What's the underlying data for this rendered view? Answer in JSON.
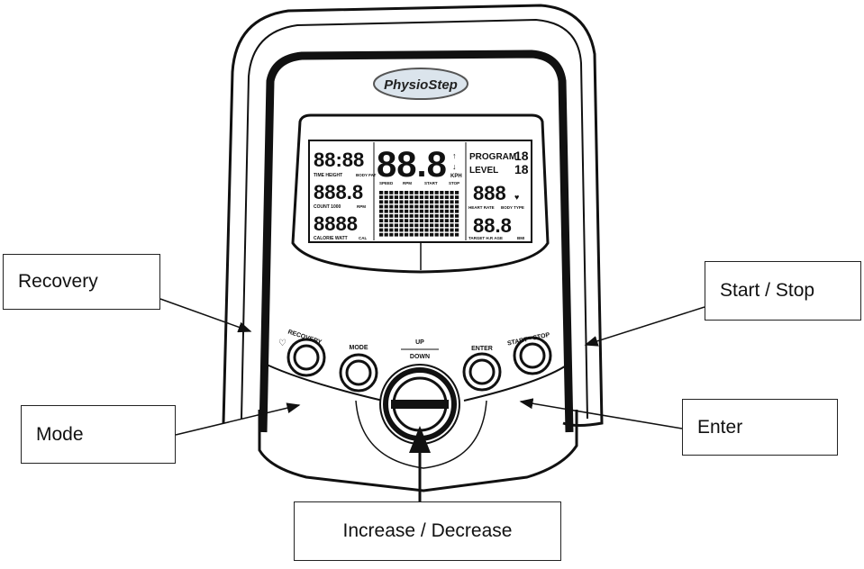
{
  "brand": {
    "logo_text": "PhysioStep"
  },
  "lcd": {
    "main_digits": "88.8",
    "main_unit": "KPH",
    "left_digits": [
      "88:88",
      "888.8",
      "8888"
    ],
    "left_labels": [
      "TIME HEIGHT",
      "COUNT 1000",
      "CALORIE WATT"
    ],
    "left_tags": [
      "BODY FAT",
      "RPM",
      "CAL"
    ],
    "center_labels": [
      "SPEED",
      "RPM",
      "START",
      "STOP"
    ],
    "program_label": "PROGRAM",
    "program_digits": "18",
    "level_label": "LEVEL",
    "level_digits": "18",
    "heart_digits": "888",
    "heart_label": "HEART RATE",
    "heart_tag": "BODY TYPE",
    "target_digits": "88.8",
    "target_label": "TARGET H.R AGE",
    "target_tag": "BMI"
  },
  "buttons": {
    "recovery": "RECOVERY",
    "mode": "MODE",
    "up": "UP",
    "down": "DOWN",
    "enter": "ENTER",
    "start_stop": "START - STOP"
  },
  "callouts": {
    "recovery": "Recovery",
    "start_stop": "Start / Stop",
    "mode": "Mode",
    "enter": "Enter",
    "increase_decrease": "Increase / Decrease"
  }
}
